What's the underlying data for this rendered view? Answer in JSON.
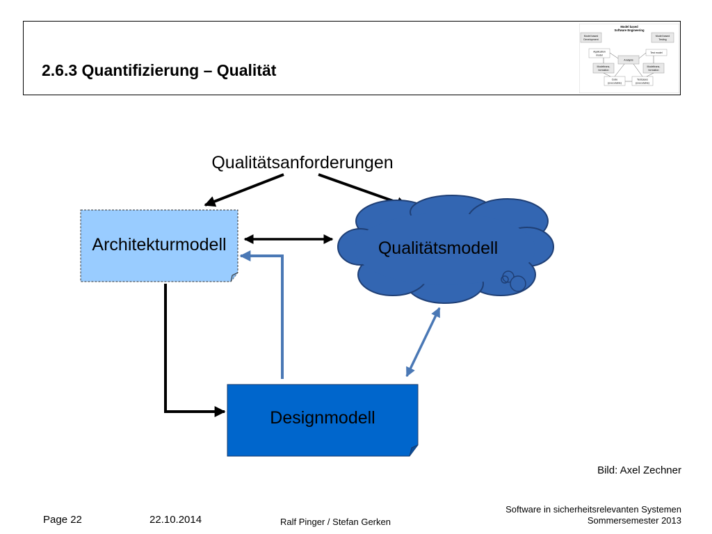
{
  "slide": {
    "title": "2.6.3 Quantifizierung – Qualität"
  },
  "overview_thumbnail": {
    "title_line1": "Model based",
    "title_line2": "Software Engineering",
    "mbd_line1": "Model based",
    "mbd_line2": "Development",
    "mbt_line1": "Model based",
    "mbt_line2": "Testing",
    "app_model_line1": "Application",
    "app_model_line2": "model",
    "test_model": "Test model",
    "analysis": "Analysis",
    "trans_left_line1": "Modeltrans-",
    "trans_left_line2": "formation",
    "trans_right_line1": "Modeltrans-",
    "trans_right_line2": "formation",
    "code_line1": "Code",
    "code_line2": "(executable)",
    "testcases_line1": "Testcases",
    "testcases_line2": "(executable)"
  },
  "diagram": {
    "requirements": "Qualitätsanforderungen",
    "architecture_model": "Architekturmodell",
    "quality_model": "Qualitätsmodell",
    "design_model": "Designmodell",
    "colors": {
      "architecture_fill": "#99CCFF",
      "cloud_fill": "#3366B2",
      "design_fill": "#0066CC",
      "blue_arrow": "#4A78B5",
      "black_arrow": "#000000"
    }
  },
  "credit": "Bild: Axel Zechner",
  "footer": {
    "page": "Page 22",
    "date": "22.10.2014",
    "authors": "Ralf Pinger / Stefan Gerken",
    "course_line1": "Software in sicherheitsrelevanten Systemen",
    "course_line2": "Sommersemester 2013"
  }
}
